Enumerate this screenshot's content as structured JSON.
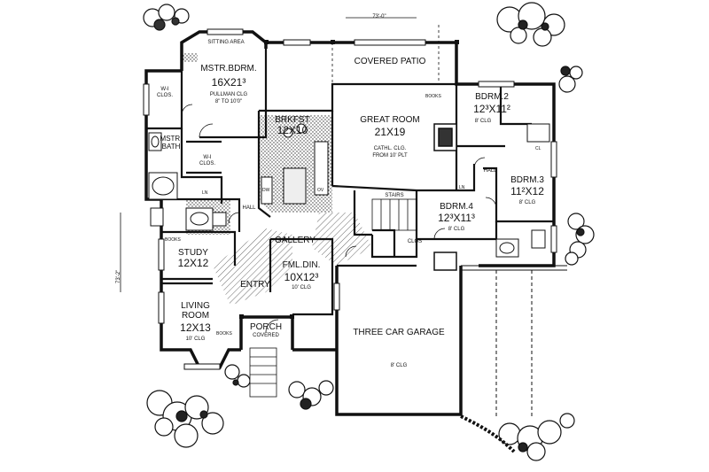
{
  "dimensions": {
    "overall_width": "73'-0\"",
    "overall_depth": "73'-2\""
  },
  "rooms": {
    "sitting": {
      "name": "SITTING AREA"
    },
    "master_bedroom": {
      "name": "MSTR.BDRM.",
      "size": "16X21³",
      "ceiling": "PULLMAN CLG",
      "ceiling_detail": "8\" TO 10'0\""
    },
    "walkin_closet_1": {
      "name": "W-I CLOS."
    },
    "master_bath": {
      "name": "MSTR. BATH"
    },
    "walkin_closet_2": {
      "name": "W-I CLOS."
    },
    "covered_patio": {
      "name": "COVERED PATIO"
    },
    "breakfast": {
      "name": "BRKFST",
      "size": "12X10"
    },
    "great_room": {
      "name": "GREAT ROOM",
      "size": "21X19",
      "ceiling": "CATHL. CLG.",
      "ceiling_detail": "FROM 10' PLT"
    },
    "bedroom_2": {
      "name": "BDRM.2",
      "size": "12³X11²",
      "ceiling": "8' CLG"
    },
    "bedroom_3": {
      "name": "BDRM.3",
      "size": "11²X12",
      "ceiling": "8' CLG"
    },
    "bedroom_4": {
      "name": "BDRM.4",
      "size": "12³X11³",
      "ceiling": "8' CLG"
    },
    "study": {
      "name": "STUDY",
      "size": "12X12"
    },
    "gallery": {
      "name": "GALLERY"
    },
    "family_dining": {
      "name": "FML.DIN.",
      "size": "10X12³",
      "ceiling": "10' CLG"
    },
    "entry": {
      "name": "ENTRY"
    },
    "living_room": {
      "name": "LIVING ROOM",
      "size": "12X13",
      "ceiling": "10' CLG"
    },
    "porch": {
      "name": "PORCH",
      "note": "COVERED"
    },
    "garage": {
      "name": "THREE CAR GARAGE",
      "ceiling": "8' CLG"
    }
  },
  "labels": {
    "stairs": "STAIRS",
    "hall_right": "HALL",
    "hall_left": "HALL",
    "clos": "CLOS",
    "books_great": "BOOKS",
    "books_study": "BOOKS",
    "books_living": "BOOKS",
    "ln_master": "LN",
    "ln_hall": "LN",
    "cl_bdrm2": "CL",
    "dw": "DW",
    "ovens": "OV"
  }
}
